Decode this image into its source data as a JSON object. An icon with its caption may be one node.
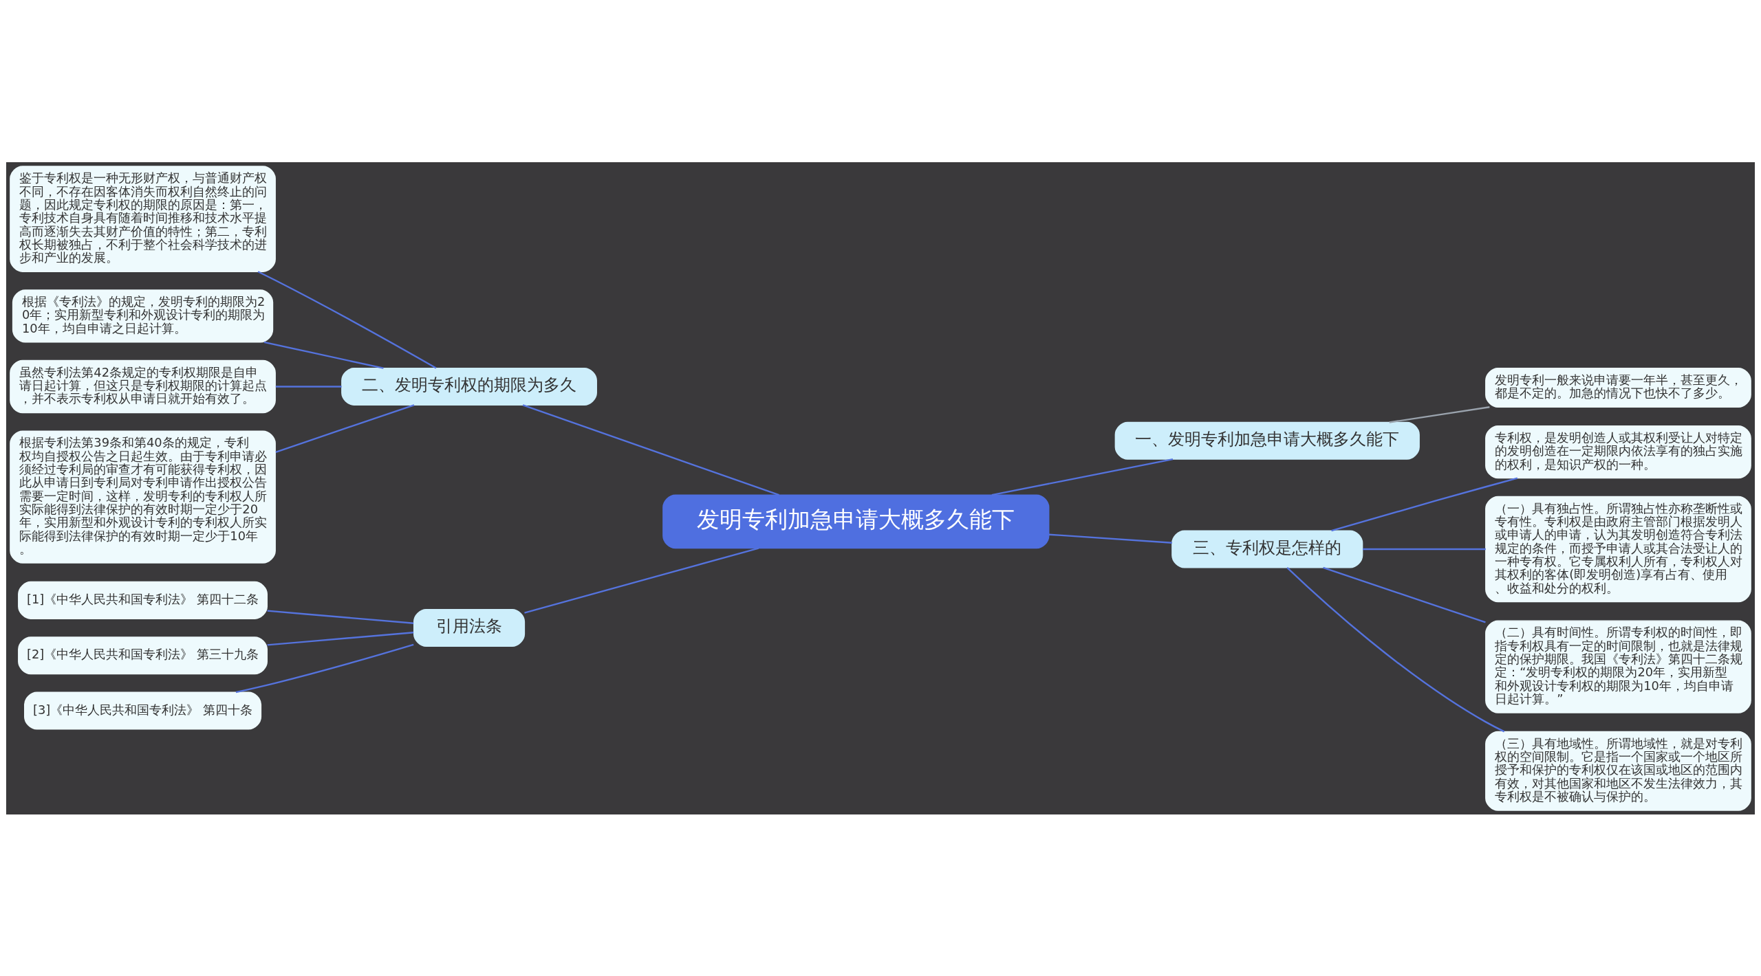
{
  "diagram": {
    "nodes": [
      {
        "text": [
          "发明专利加急申请大概多久能下"
        ]
      },
      {
        "text": [
          "二、发明专利权的期限为多久"
        ]
      },
      {
        "text": [
          "鉴于专利权是一种无形财产权，与普通财产权不同，不存在因客体消失而权利自然终止的问题，因此规定专利权的期限的原因是：第一，专利技术自身具有随着时间推移和技术水平提高而逐渐失去其财产价值的特性；第二，专利权长期被独占，不利于整个社会科学技术的进步和产业的发展。"
        ]
      },
      {
        "text": [
          "根据《专利法》的规定，发明专利的期限为20年；实用新型专利和外观设计专利的期限为10年，均自申请之日起计算。"
        ]
      },
      {
        "text": [
          "虽然专利法第42条规定的专利权期限是自申请日起计算，但这只是专利权期限的计算起点，并不表示专利权从申请日就开始有效了。"
        ]
      },
      {
        "text": [
          "根据专利法第39条和第40条的规定，专利权均自授权公告之日起生效。由于专利申请必须经过专利局的审查才有可能获得专利权，因此从申请日到专利局对专利申请作出授权公告需要一定时间，这样，发明专利的专利权人所实际能得到法律保护的有效时期一定少于20年，实用新型和外观设计专利的专利权人所实际能得到法律保护的有效时期一定少于10年。"
        ]
      },
      {
        "text": [
          "一、发明专利加急申请大概多久能下"
        ]
      },
      {
        "text": [
          "发明专利一般来说申请要一年半，甚至更久，都是不定的。加急的情况下也快不了多少。"
        ]
      },
      {
        "text": [
          "三、专利权是怎样的"
        ]
      },
      {
        "text": [
          "专利权，是发明创造人或其权利受让人对特定的发明创造在一定期限内依法享有的独占实施的权利，是知识产权的一种。"
        ]
      },
      {
        "text": [
          "（一）具有独占性。所谓独占性亦称垄断性或专有性。专利权是由政府主管部门根据发明人或申请人的申请，认为其发明创造符合专利法规定的条件，而授予申请人或其合法受让人的一种专有权。它专属权利人所有，专利权人对其权利的客体(即发明创造)享有占有、使用、收益和处分的权利。"
        ]
      },
      {
        "text": [
          "（二）具有时间性。所谓专利权的时间性，即指专利权具有一定的时间限制，也就是法律规定的保护期限。我国《专利法》第四十二条规定：“发明专利权的期限为20年，实用新型和外观设计专利权的期限为10年，均自申请日起计算。”"
        ]
      },
      {
        "text": [
          "（三）具有地域性。所谓地域性，就是对专利权的空间限制。它是指一个国家或一个地区所授予和保护的专利权仅在该国或地区的范围内有效，对其他国家和地区不发生法律效力，其专利权是不被确认与保护的。"
        ]
      },
      {
        "text": [
          "引用法条"
        ]
      },
      {
        "text": [
          "[1]《中华人民共和国专利法》 第四十二条"
        ]
      },
      {
        "text": [
          "[2]《中华人民共和国专利法》 第三十九条"
        ]
      },
      {
        "text": [
          "[3]《中华人民共和国专利法》 第四十条"
        ]
      }
    ],
    "edges": [
      {
        "from": 0,
        "to": 1,
        "arrow": "none"
      },
      {
        "from": 1,
        "to": 2,
        "arrow": "none"
      },
      {
        "from": 1,
        "to": 3,
        "arrow": "none"
      },
      {
        "from": 1,
        "to": 4,
        "arrow": "none"
      },
      {
        "from": 1,
        "to": 5,
        "arrow": "none"
      },
      {
        "from": 0,
        "to": 6,
        "arrow": "none"
      },
      {
        "from": 6,
        "to": 7,
        "arrow": "none",
        "color": "#9aa3ad"
      },
      {
        "from": 0,
        "to": 8,
        "arrow": "none"
      },
      {
        "from": 8,
        "to": 9,
        "arrow": "none"
      },
      {
        "from": 8,
        "to": 10,
        "arrow": "none"
      },
      {
        "from": 8,
        "to": 11,
        "arrow": "none"
      },
      {
        "from": 8,
        "to": 12,
        "arrow": "none"
      },
      {
        "from": 0,
        "to": 13,
        "arrow": "none"
      },
      {
        "from": 13,
        "to": 14,
        "arrow": "none"
      },
      {
        "from": 13,
        "to": 15,
        "arrow": "none"
      },
      {
        "from": 13,
        "to": 16,
        "arrow": "none"
      }
    ]
  }
}
